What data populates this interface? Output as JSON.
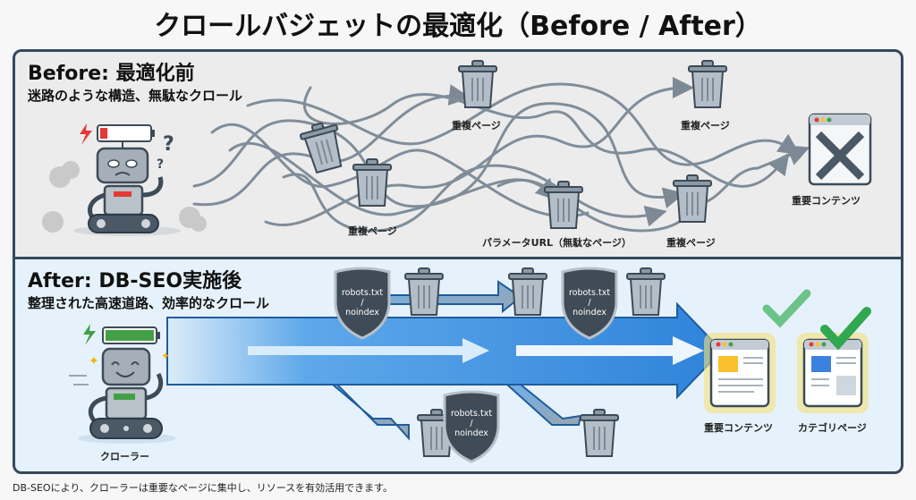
{
  "title": "クロールバジェットの最適化（Before / After）",
  "before": {
    "heading": "Before: 最適化前",
    "subheading": "迷路のような構造、無駄なクロール",
    "battery_level": 0.15,
    "labels": {
      "dup1": "重複ページ",
      "dup2": "重複ページ",
      "dup3": "重複ページ",
      "param": "パラメータURL（無駄なページ）",
      "important": "重要コンテンツ"
    }
  },
  "after": {
    "heading": "After: DB-SEO実施後",
    "subheading": "整理された高速道路、効率的なクロール",
    "battery_level": 1.0,
    "crawler_label": "クローラー",
    "shield_line1": "robots.txt",
    "shield_line2": "/",
    "shield_line3": "noindex",
    "labels": {
      "important": "重要コンテンツ",
      "category": "カテゴリページ"
    }
  },
  "footer": "DB-SEOにより、クローラーは重要なページに集中し、リソースを有効活用できます。",
  "colors": {
    "panel_border": "#34495e",
    "before_bg": "#ececec",
    "after_bg": "#e6f2fb",
    "battery_low": "#e53935",
    "battery_full": "#43a047",
    "highway": "#3b8fe0",
    "check": "#2fa84f",
    "shield": "#3f4b57"
  }
}
